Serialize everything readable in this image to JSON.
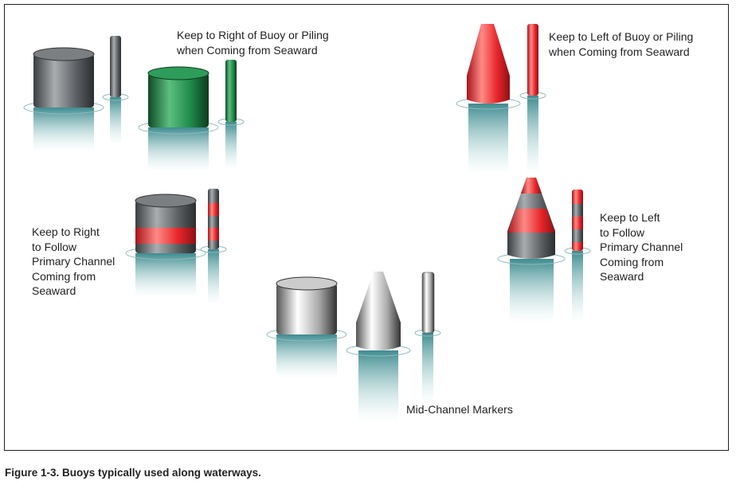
{
  "labels": {
    "green_group": "Keep to Right of Buoy or Piling\nwhen Coming from Seaward",
    "red_group": "Keep to Left of Buoy or Piling\nwhen Coming from Seaward",
    "green_primary": "Keep to Right\nto Follow\nPrimary Channel\nComing from\nSeaward",
    "red_primary": "Keep to Left\nto Follow\nPrimary Channel\nComing from\nSeaward",
    "mid_channel": "Mid-Channel Markers"
  },
  "caption": "Figure 1-3. Buoys typically used along waterways.",
  "colors": {
    "red": "#e8262b",
    "green": "#1f8a4a",
    "gray": "#6d7175",
    "water": "#5fa5a8"
  }
}
